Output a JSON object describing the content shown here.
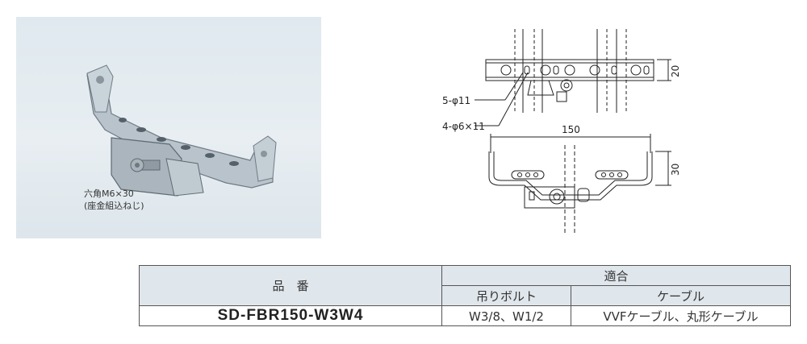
{
  "photo": {
    "caption_line1": "六角M6×30",
    "caption_line2": "(座金組込ねじ)"
  },
  "drawing": {
    "label_holes_large": "5-φ11",
    "label_holes_slot": "4-φ6×11",
    "dim_width": "150",
    "dim_top_height": "20",
    "dim_side_height": "30"
  },
  "table": {
    "header_model": "品　番",
    "header_fit": "適合",
    "header_bolt": "吊りボルト",
    "header_cable": "ケーブル",
    "row": {
      "model": "SD-FBR150-W3W4",
      "bolt": "W3/8、W1/2",
      "cable": "VVFケーブル、丸形ケーブル"
    }
  }
}
